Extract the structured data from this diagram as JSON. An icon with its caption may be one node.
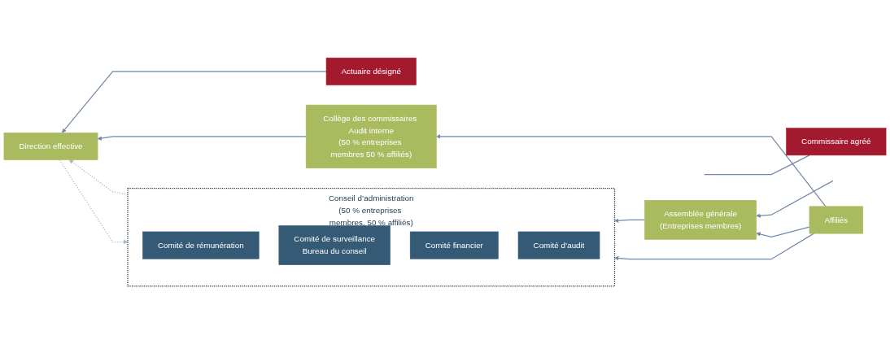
{
  "diagram": {
    "nodes": [
      {
        "text": [
          "Conseil d’administration",
          "(50 % entreprises membres, 50 % affiliés)"
        ]
      },
      {
        "text": [
          "Comité de rémunération"
        ],
        "in": 0
      },
      {
        "text": [
          "Comité de surveillance",
          "Bureau du conseil"
        ],
        "in": 0
      },
      {
        "text": [
          "Comité financier"
        ],
        "in": 0
      },
      {
        "text": [
          "Comité d’audit"
        ],
        "in": 0
      },
      {
        "text": [
          "Assemblée générale",
          "(Entreprises membres)"
        ]
      },
      {
        "text": [
          "Affiliés"
        ]
      },
      {
        "text": [
          "Collège des commissaires Audit interne",
          "(50 % entreprises membres 50 % affiliés)"
        ]
      },
      {
        "text": [
          "Actuaire désigné"
        ]
      },
      {
        "text": [
          "Direction effective"
        ]
      },
      {
        "text": [
          "Commissaire agréé"
        ]
      }
    ],
    "edges": [
      {
        "from": 5,
        "to": 0,
        "arrow": "to"
      },
      {
        "from": 6,
        "to": 0,
        "arrow": "to"
      },
      {
        "from": null,
        "to": 5,
        "arrow": "to"
      },
      {
        "from": 6,
        "to": 7,
        "arrow": "to"
      },
      {
        "from": 6,
        "to": 5,
        "arrow": "to"
      },
      {
        "from": 9,
        "to": 0,
        "arrow": "to",
        "style": "dashed",
        "color": "#aab4c8"
      },
      {
        "from": 0,
        "to": 9,
        "arrow": "to",
        "style": "dashed",
        "color": "#aab4c8"
      },
      {
        "from": 8,
        "to": 9,
        "arrow": "to"
      },
      {
        "from": 7,
        "to": 9,
        "arrow": "to"
      },
      {
        "from": 10,
        "to": null,
        "arrow": "none"
      }
    ]
  }
}
